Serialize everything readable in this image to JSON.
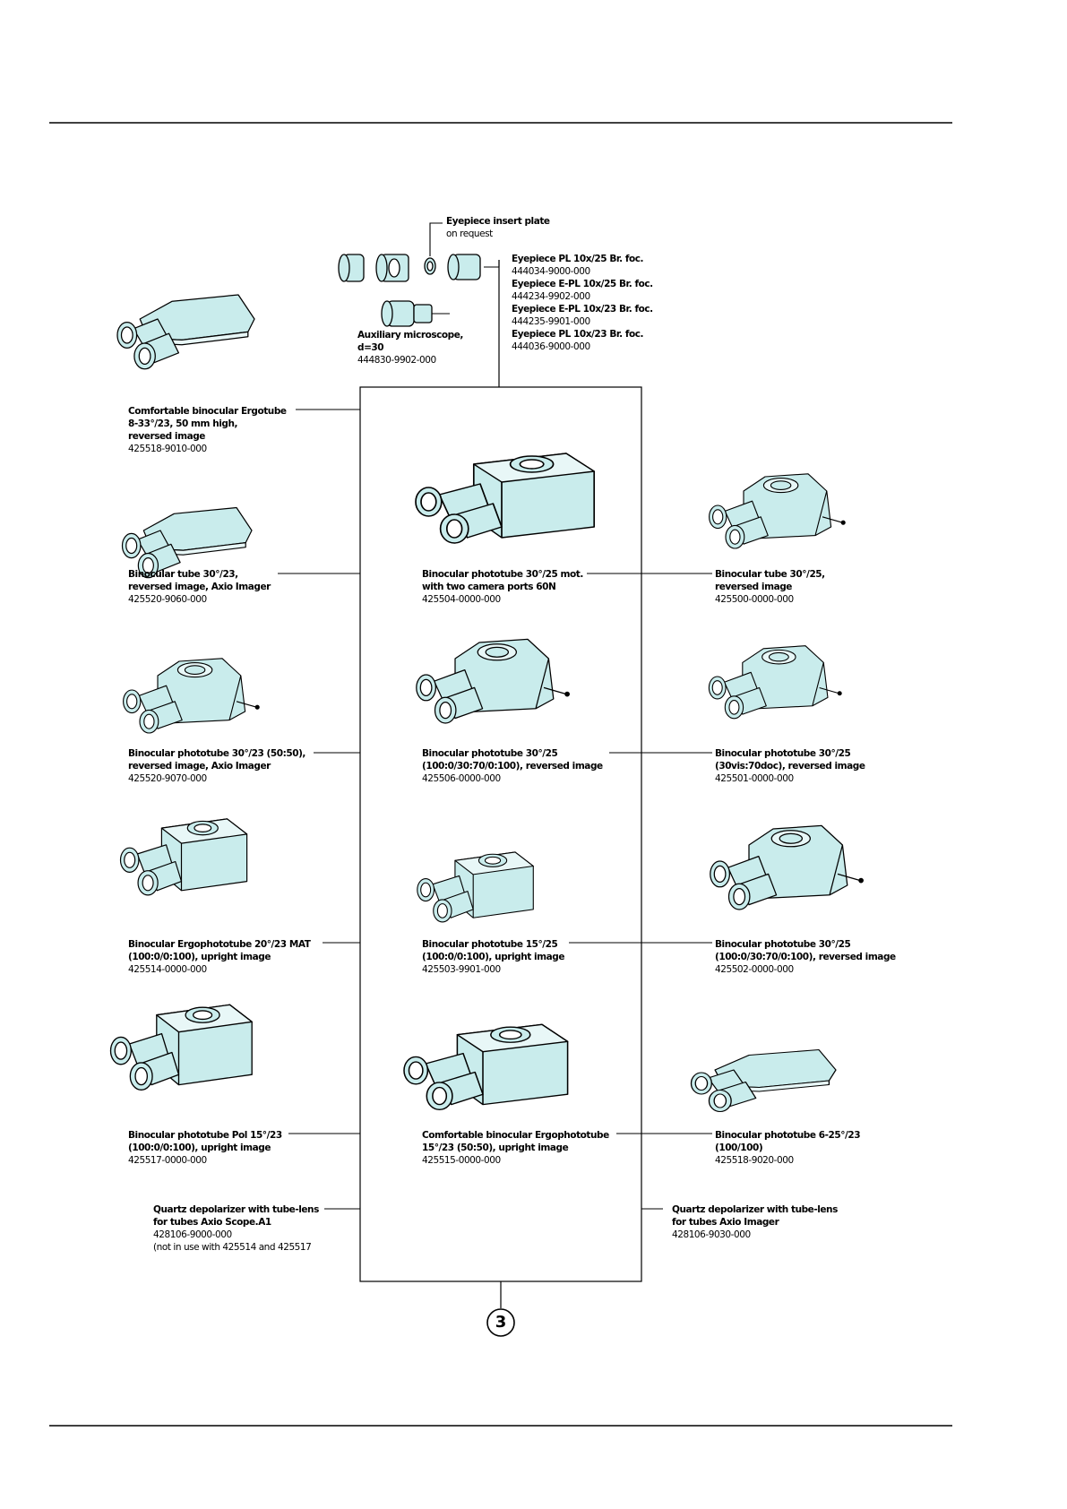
{
  "colors": {
    "tube_fill": "#c9ecec",
    "line": "#000000",
    "paper": "#ffffff"
  },
  "eyepiece_insert": {
    "name": "Eyepiece insert plate",
    "note": "on request"
  },
  "eyepieces": [
    {
      "name": "Eyepiece PL 10x/25 Br. foc.",
      "number": "444034-9000-000"
    },
    {
      "name": "Eyepiece E-PL 10x/25 Br. foc.",
      "number": "444234-9902-000"
    },
    {
      "name": "Eyepiece E-PL 10x/23 Br. foc.",
      "number": "444235-9901-000"
    },
    {
      "name": "Eyepiece PL 10x/23 Br. foc.",
      "number": "444036-9000-000"
    }
  ],
  "auxiliary": {
    "line1": "Auxiliary microscope,",
    "line2": "d=30",
    "number": "444830-9902-000"
  },
  "tubes": {
    "ergotube": {
      "lines": [
        "Comfortable binocular Ergotube",
        "8-33°/23, 50 mm high,",
        "reversed image"
      ],
      "number": "425518-9010-000"
    },
    "bin30_23": {
      "lines": [
        "Binocular tube 30°/23,",
        "reversed image, Axio Imager"
      ],
      "number": "425520-9060-000"
    },
    "photo30_25_mot": {
      "lines": [
        "Binocular phototube 30°/25 mot.",
        "with two camera ports 60N"
      ],
      "number": "425504-0000-000"
    },
    "bin30_25": {
      "lines": [
        "Binocular tube 30°/25,",
        "reversed image"
      ],
      "number": "425500-0000-000"
    },
    "photo30_23": {
      "lines": [
        "Binocular phototube 30°/23 (50:50),",
        "reversed image, Axio Imager"
      ],
      "number": "425520-9070-000"
    },
    "photo30_25_100": {
      "lines": [
        "Binocular phototube 30°/25",
        "(100:0/30:70/0:100), reversed image"
      ],
      "number": "425506-0000-000"
    },
    "photo30_25_vis": {
      "lines": [
        "Binocular phototube 30°/25",
        "(30vis:70doc), reversed image"
      ],
      "number": "425501-0000-000"
    },
    "ergophoto20": {
      "lines": [
        "Binocular Ergophototube 20°/23 MAT",
        "(100:0/0:100), upright image"
      ],
      "number": "425514-0000-000"
    },
    "photo15_25": {
      "lines": [
        "Binocular phototube 15°/25",
        "(100:0/0:100), upright image"
      ],
      "number": "425503-9901-000"
    },
    "photo30_25_rev": {
      "lines": [
        "Binocular phototube 30°/25",
        "(100:0/30:70/0:100), reversed image"
      ],
      "number": "425502-0000-000"
    },
    "pol15_23": {
      "lines": [
        "Binocular phototube Pol 15°/23",
        "(100:0/0:100), upright image"
      ],
      "number": "425517-0000-000"
    },
    "ergophoto15": {
      "lines": [
        "Comfortable binocular Ergophototube",
        "15°/23 (50:50), upright image"
      ],
      "number": "425515-0000-000"
    },
    "photo6_25": {
      "lines": [
        "Binocular phototube 6-25°/23",
        "(100/100)"
      ],
      "number": "425518-9020-000"
    }
  },
  "depolarizers": {
    "scope": {
      "lines": [
        "Quartz depolarizer with tube-lens",
        "for tubes Axio Scope.A1"
      ],
      "number": "428106-9000-000",
      "note": "(not in use with 425514 and 425517"
    },
    "imager": {
      "lines": [
        "Quartz depolarizer with tube-lens",
        "for tubes Axio Imager"
      ],
      "number": "428106-9030-000"
    }
  },
  "next_group": "3"
}
